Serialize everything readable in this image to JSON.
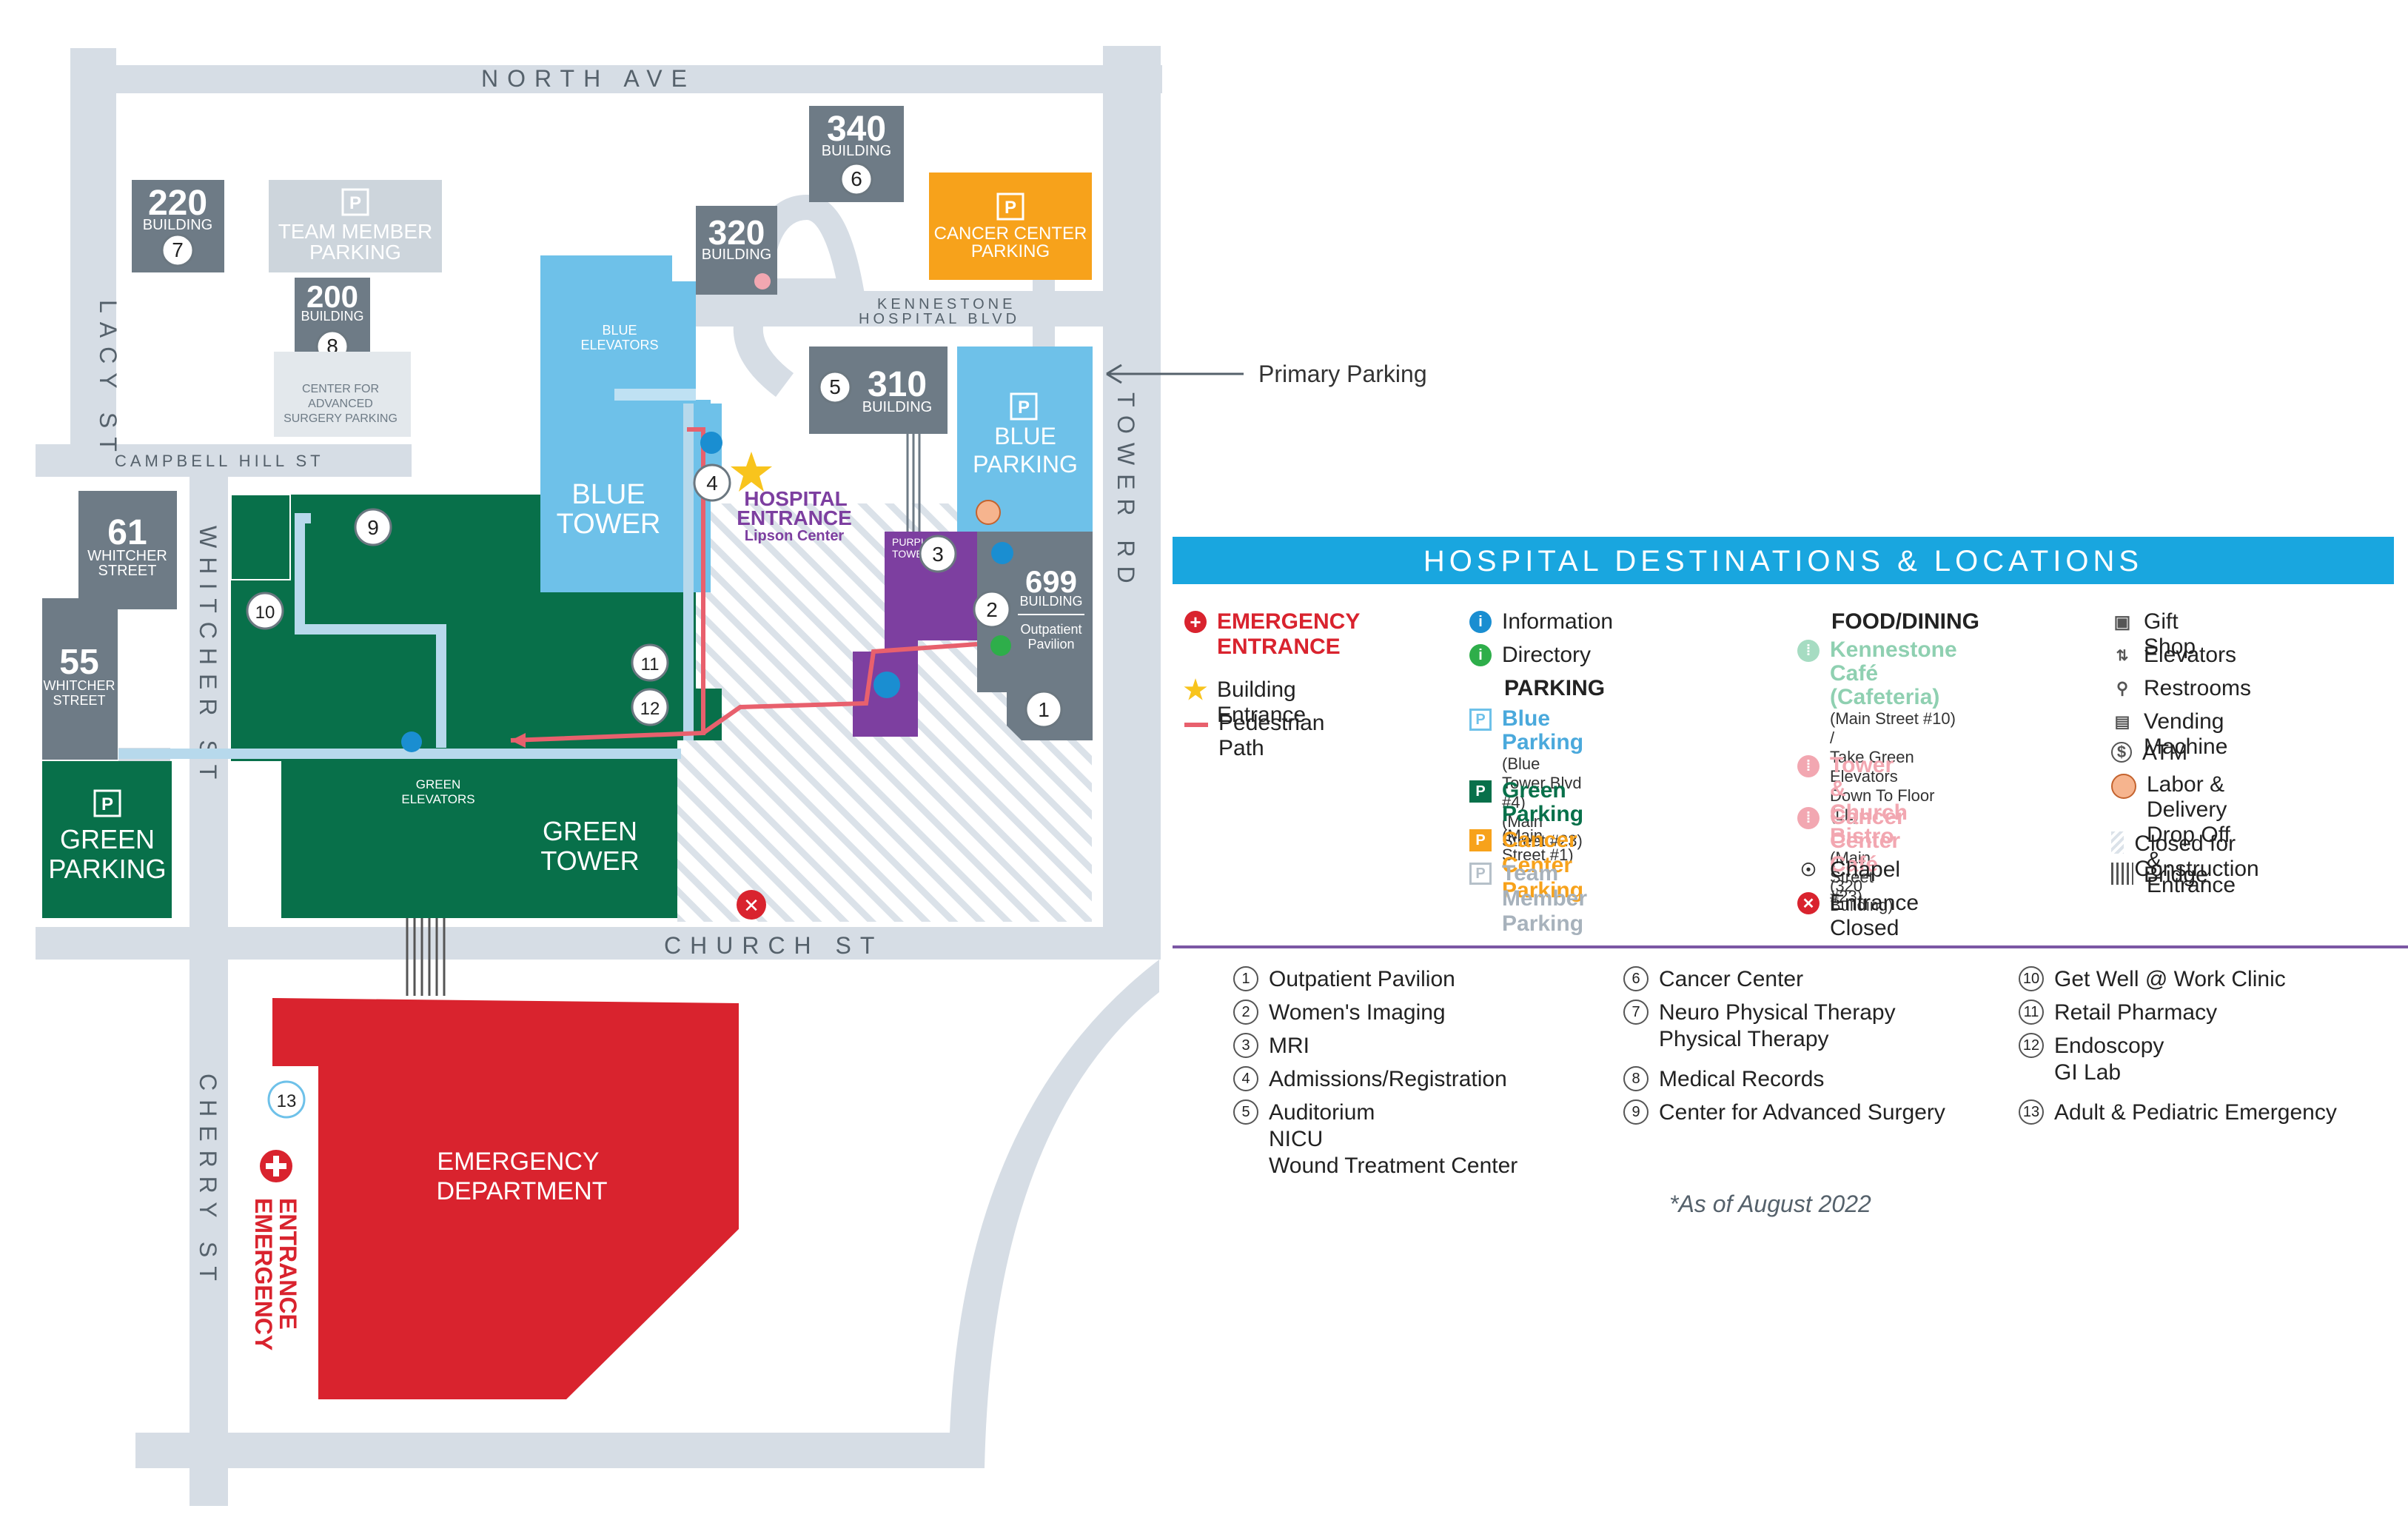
{
  "streets": {
    "north": "NORTH AVE",
    "lacy": "LACY ST",
    "campbell": "CAMPBELL HILL ST",
    "whitcher": "WHITCHER ST",
    "cherry": "CHERRY ST",
    "church": "CHURCH ST",
    "tower": "TOWER RD",
    "kennestone_1": "KENNESTONE",
    "kennestone_2": "HOSPITAL BLVD"
  },
  "buildings": {
    "b220": {
      "num": "220",
      "label": "BUILDING",
      "marker": "7"
    },
    "b200": {
      "num": "200",
      "label": "BUILDING",
      "marker": "8"
    },
    "b320": {
      "num": "320",
      "label": "BUILDING"
    },
    "b340": {
      "num": "340",
      "label": "BUILDING",
      "marker": "6"
    },
    "b310": {
      "num": "310",
      "label": "BUILDING",
      "marker": "5"
    },
    "b699": {
      "num": "699",
      "label": "BUILDING",
      "sub1": "Outpatient",
      "sub2": "Pavilion"
    },
    "b61": {
      "num": "61",
      "label1": "WHITCHER",
      "label2": "STREET"
    },
    "b55": {
      "num": "55",
      "label1": "WHITCHER",
      "label2": "STREET"
    },
    "team_parking_1": "TEAM MEMBER",
    "team_parking_2": "PARKING",
    "casp_1": "CENTER FOR",
    "casp_2": "ADVANCED",
    "casp_3": "SURGERY PARKING",
    "cancer_parking_1": "CANCER CENTER",
    "cancer_parking_2": "PARKING",
    "blue_elev_1": "BLUE",
    "blue_elev_2": "ELEVATORS",
    "blue_tower_1": "BLUE",
    "blue_tower_2": "TOWER",
    "blue_parking_1": "BLUE",
    "blue_parking_2": "PARKING",
    "purple_tower_1": "PURPLE",
    "purple_tower_2": "TOWER",
    "green_tower_1": "GREEN",
    "green_tower_2": "TOWER",
    "green_elev_1": "GREEN",
    "green_elev_2": "ELEVATORS",
    "green_parking_1": "GREEN",
    "green_parking_2": "PARKING",
    "ed_1": "EMERGENCY",
    "ed_2": "DEPARTMENT",
    "hosp_entrance_1": "HOSPITAL",
    "hosp_entrance_2": "ENTRANCE",
    "hosp_entrance_3": "Lipson Center",
    "er_vertical_1": "EMERGENCY",
    "er_vertical_2": "ENTRANCE",
    "p_glyph": "P",
    "markers": {
      "m1": "1",
      "m2": "2",
      "m3": "3",
      "m4": "4",
      "m9": "9",
      "m10": "10",
      "m11": "11",
      "m12": "12",
      "m13": "13"
    }
  },
  "primary_parking": "Primary Parking",
  "legend": {
    "title": "HOSPITAL DESTINATIONS & LOCATIONS",
    "col1": {
      "emergency_1": "EMERGENCY",
      "emergency_2": "ENTRANCE",
      "building_entrance": "Building Entrance",
      "pedestrian_path": "Pedestrian Path"
    },
    "col2": {
      "information": "Information",
      "directory": "Directory",
      "parking_heading": "PARKING",
      "blue_parking": "Blue Parking",
      "blue_parking_sub1": "(Blue Tower Blvd #4)",
      "blue_parking_sub2": "(Main Street #23)",
      "green_parking": "Green Parking",
      "green_parking_sub1": "(Main Street #1)",
      "cancer_parking": "Cancer Center Parking",
      "team_parking": "Team Member Parking"
    },
    "col3": {
      "food_heading": "FOOD/DINING",
      "kennestone_cafe_1": "Kennestone Café",
      "kennestone_cafe_2": "(Cafeteria)",
      "kennestone_cafe_sub1": "(Main Street #10) /",
      "kennestone_cafe_sub2": "Take Green Elevators",
      "kennestone_cafe_sub3": "Down To Floor (LL)",
      "tower_bistro": "Tower & Church Bistro",
      "tower_bistro_sub": "(Main Street #23)",
      "cancer_cafe": "Cancer Center Café",
      "cancer_cafe_sub": "(320 Building)",
      "chapel": "Chapel",
      "entrance_closed": "Entrance Closed"
    },
    "col4": {
      "gift_shop": "Gift Shop",
      "elevators": "Elevators",
      "restrooms": "Restrooms",
      "vending": "Vending Machine",
      "atm": "ATM",
      "labor_1": "Labor & Delivery",
      "labor_2": "Drop Off & Entrance",
      "closed_construction": "Closed for Construction",
      "bridge": "Bridge"
    },
    "icons": {
      "info_glyph": "i",
      "x_glyph": "✕"
    }
  },
  "destinations": [
    {
      "n": "1",
      "lines": [
        "Outpatient Pavilion"
      ]
    },
    {
      "n": "2",
      "lines": [
        "Women's Imaging"
      ]
    },
    {
      "n": "3",
      "lines": [
        "MRI"
      ]
    },
    {
      "n": "4",
      "lines": [
        "Admissions/Registration"
      ]
    },
    {
      "n": "5",
      "lines": [
        "Auditorium",
        "NICU",
        "Wound Treatment Center"
      ]
    },
    {
      "n": "6",
      "lines": [
        "Cancer Center"
      ]
    },
    {
      "n": "7",
      "lines": [
        "Neuro Physical Therapy",
        "Physical Therapy"
      ]
    },
    {
      "n": "8",
      "lines": [
        "Medical Records"
      ]
    },
    {
      "n": "9",
      "lines": [
        "Center for Advanced Surgery"
      ]
    },
    {
      "n": "10",
      "lines": [
        "Get Well @ Work Clinic"
      ]
    },
    {
      "n": "11",
      "lines": [
        "Retail Pharmacy"
      ]
    },
    {
      "n": "12",
      "lines": [
        "Endoscopy",
        "GI Lab"
      ]
    },
    {
      "n": "13",
      "lines": [
        "Adult & Pediatric Emergency"
      ]
    }
  ],
  "note": "*As of August 2022",
  "colors": {
    "road": "#d6dde5",
    "gray_building": "#6e7b86",
    "light_gray": "#cdd5dc",
    "blue": "#6ec1e9",
    "green": "#08704a",
    "purple": "#7d3fa0",
    "orange": "#f7a21b",
    "red": "#d9232e",
    "banner": "#19a6df",
    "divider": "#7b57a4"
  }
}
